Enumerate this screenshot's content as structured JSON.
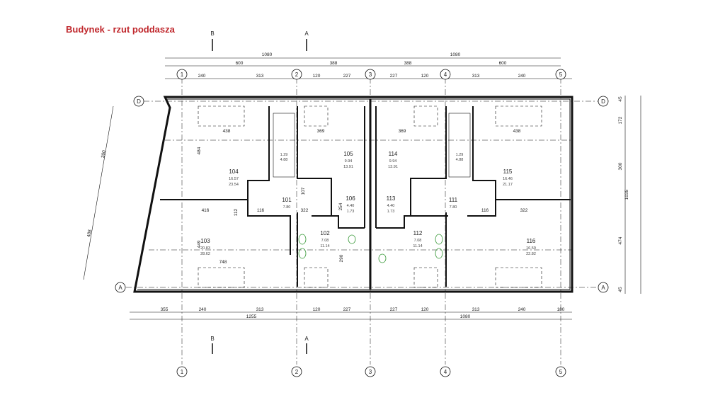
{
  "title": "Budynek - rzut poddasza",
  "section_markers": {
    "b": "B",
    "a": "A"
  },
  "axes": {
    "vertical": [
      "1",
      "2",
      "3",
      "4",
      "5"
    ],
    "horizontal": [
      "D",
      "A"
    ]
  },
  "dimensions": {
    "top_overall": [
      "1080",
      "1080"
    ],
    "top_mid": [
      "600",
      "388",
      "388",
      "600"
    ],
    "top_detail": [
      "240",
      "313",
      "120",
      "227",
      "227",
      "120",
      "313",
      "240"
    ],
    "bottom_detail": [
      "355",
      "240",
      "313",
      "120",
      "227",
      "227",
      "120",
      "313",
      "240",
      "180"
    ],
    "bottom_overall": [
      "1255",
      "1080"
    ],
    "right": [
      "45",
      "172",
      "300",
      "474",
      "45"
    ],
    "right_overall": "1035",
    "left": [
      "300",
      "488"
    ],
    "interior": [
      "438",
      "369",
      "369",
      "438",
      "416",
      "116",
      "322",
      "116",
      "322",
      "748",
      "484",
      "449",
      "112",
      "107",
      "254",
      "290"
    ]
  },
  "rooms": [
    {
      "number": "104",
      "area": "16.57",
      "area2": "23.54"
    },
    {
      "number": "105",
      "area": "9.94",
      "area2": "13.91"
    },
    {
      "number": "114",
      "area": "9.94",
      "area2": "13.91"
    },
    {
      "number": "115",
      "area": "16.46",
      "area2": "21.17"
    },
    {
      "number": "101",
      "area": "7.80",
      "area2": ""
    },
    {
      "number": "106",
      "area": "4.40",
      "area2": "1.73"
    },
    {
      "number": "113",
      "area": "4.40",
      "area2": "1.73"
    },
    {
      "number": "111",
      "area": "7.80",
      "area2": ""
    },
    {
      "number": "103",
      "area": "20.83",
      "area2": "28.62"
    },
    {
      "number": "102",
      "area": "7.08",
      "area2": "11.14"
    },
    {
      "number": "112",
      "area": "7.08",
      "area2": "11.14"
    },
    {
      "number": "116",
      "area": "16.59",
      "area2": "22.82"
    }
  ],
  "stairs": [
    {
      "a": "1.29",
      "b": "4.88"
    },
    {
      "a": "1.29",
      "b": "4.88"
    }
  ],
  "colors": {
    "title": "#c0282d",
    "fixtures": "#3a9a3a"
  }
}
